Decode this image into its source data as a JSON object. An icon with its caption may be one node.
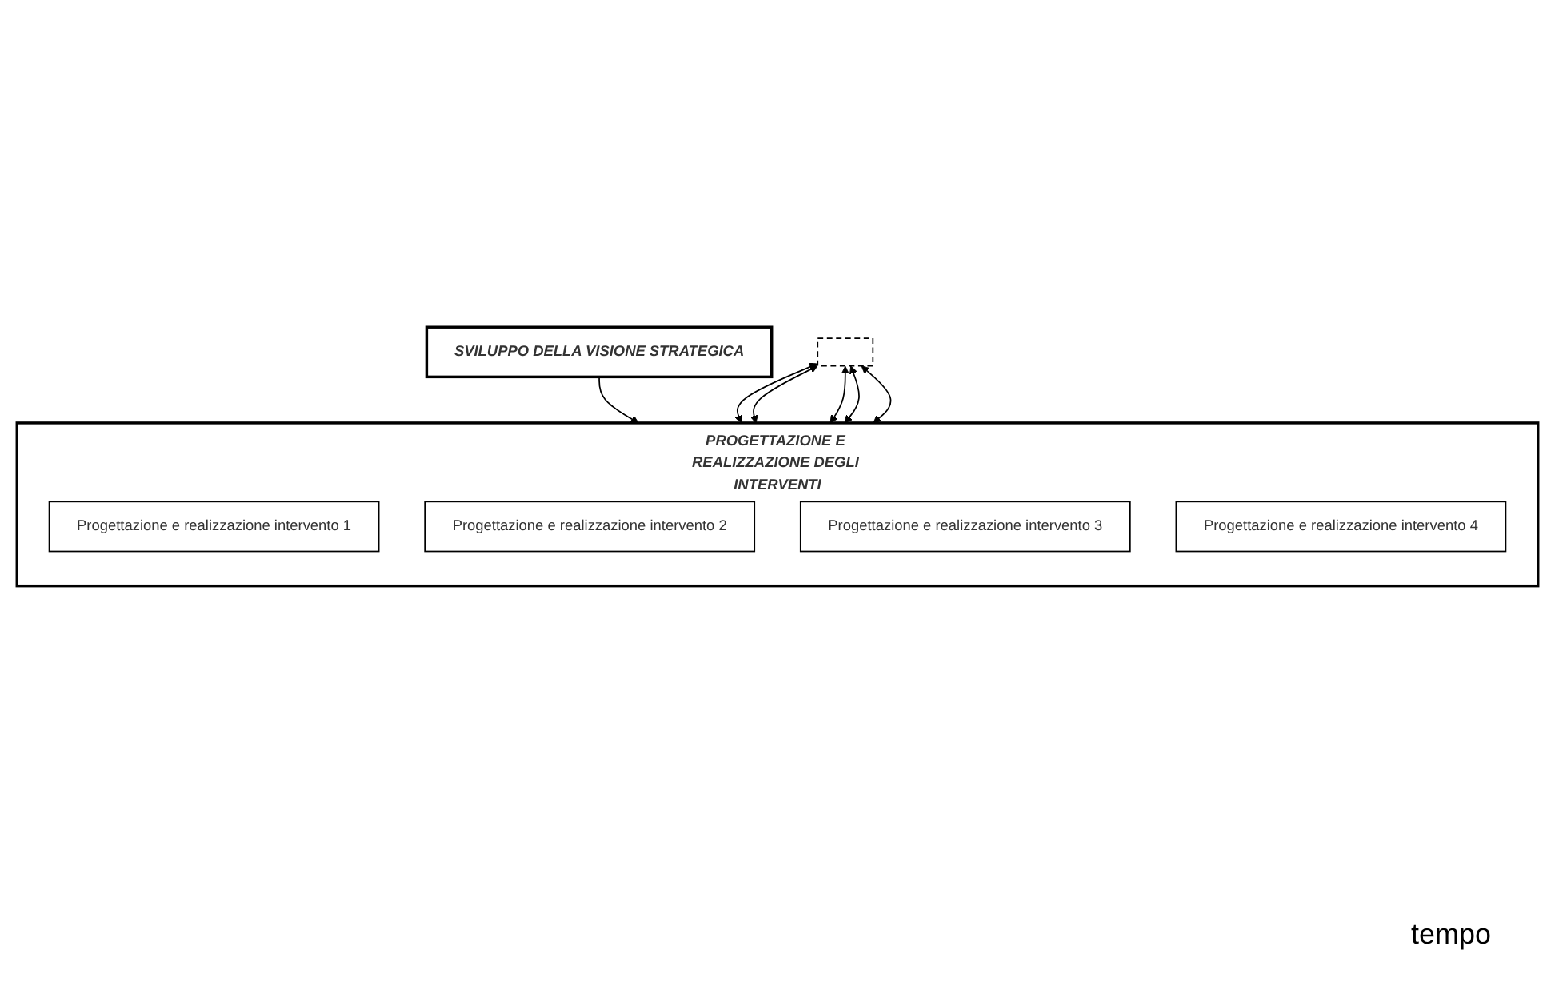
{
  "diagram": {
    "nodes": [
      {
        "text": [
          "SVILUPPO DELLA VISIONE STRATEGICA"
        ]
      },
      {
        "text": [],
        "shape": "box"
      },
      {
        "text": [
          "PROGETTAZIONE E REALIZZAZIONE DEGLI INTERVENTI"
        ]
      },
      {
        "text": [
          "Progettazione e realizzazione intervento 1"
        ],
        "in": 2
      },
      {
        "text": [
          "Progettazione e realizzazione intervento 2"
        ],
        "in": 2
      },
      {
        "text": [
          "Progettazione e realizzazione intervento 3"
        ],
        "in": 2
      },
      {
        "text": [
          "Progettazione e realizzazione intervento 4"
        ],
        "in": 2
      }
    ],
    "edges": [
      {
        "from": 0,
        "to": 2,
        "arrow": "to"
      },
      {
        "from": 1,
        "to": 2,
        "arrow": "both"
      },
      {
        "from": 1,
        "to": 2,
        "arrow": "both"
      },
      {
        "from": 1,
        "to": 2,
        "arrow": "both"
      },
      {
        "from": 1,
        "to": 2,
        "arrow": "both"
      },
      {
        "from": 1,
        "to": 2,
        "arrow": "both"
      }
    ],
    "labels": [
      "tempo"
    ]
  }
}
